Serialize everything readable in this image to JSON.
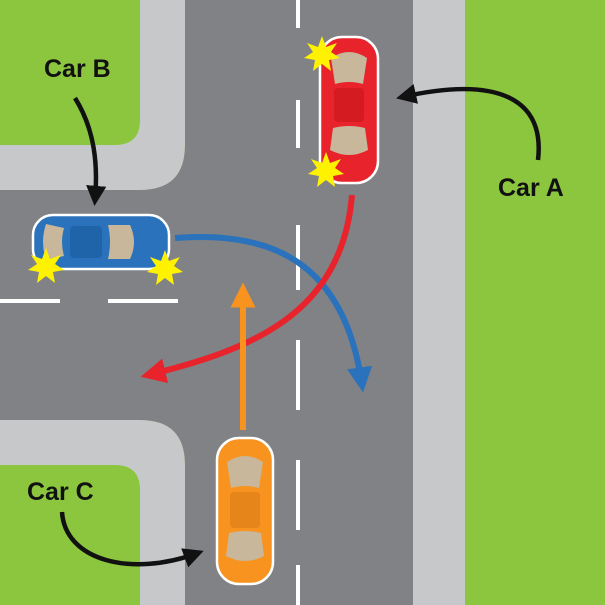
{
  "labels": {
    "car_a": "Car A",
    "car_b": "Car B",
    "car_c": "Car C"
  },
  "colors": {
    "grass": "#8cc63f",
    "road": "#808285",
    "sidewalk": "#c7c8ca",
    "lane_marking": "#ffffff",
    "car_a": "#e8232b",
    "car_b": "#2a72bb",
    "car_c": "#f7931e",
    "impact_star": "#fff200",
    "path_a": "#e8232b",
    "path_b": "#2a72bb",
    "path_c": "#f7931e",
    "pointer_arrow": "#111111"
  },
  "icons": {
    "impact": "impact-star-icon",
    "car": "car-top-view-icon"
  }
}
